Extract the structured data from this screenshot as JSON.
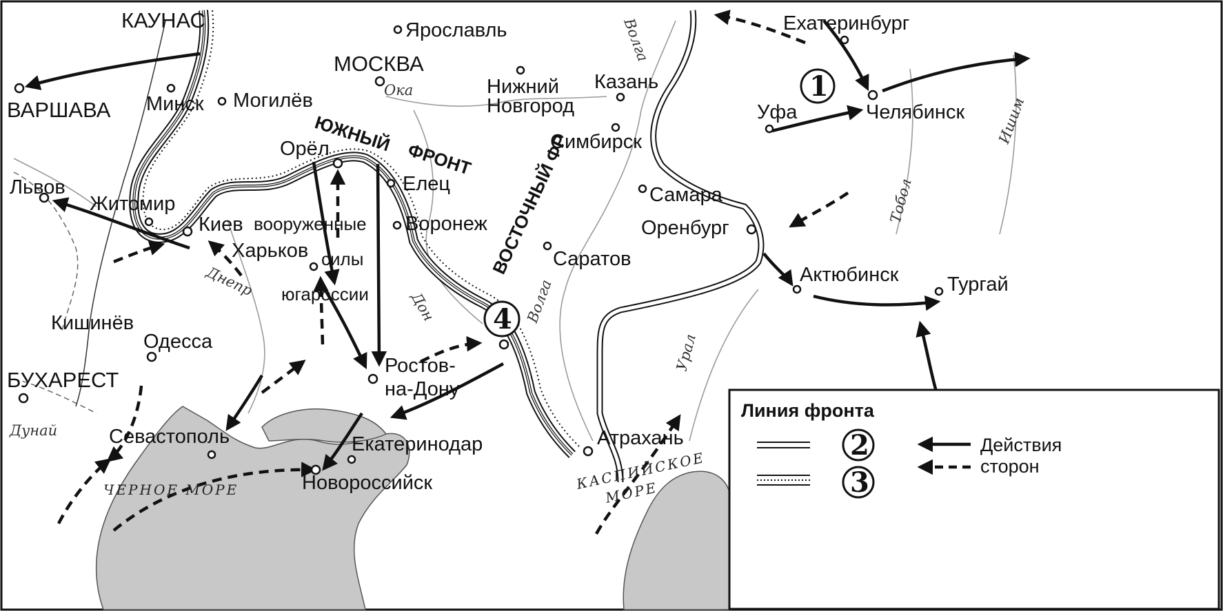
{
  "map": {
    "cities": {
      "kaunas": "КАУНАС",
      "warsaw": "ВАРШАВА",
      "minsk": "Минск",
      "mogilev": "Могилёв",
      "yaroslavl": "Ярославль",
      "moscow": "МОСКВА",
      "nizhny_1": "Нижний",
      "nizhny_2": "Новгород",
      "kazan": "Казань",
      "simbirsk": "Симбирск",
      "samara": "Самара",
      "saratov": "Саратов",
      "orenburg": "Оренбург",
      "aktyubinsk": "Актюбинск",
      "turgai": "Тургай",
      "ekaterinburg": "Ехатеринбург",
      "ufa": "Уфа",
      "chelyabinsk": "Челябинск",
      "lvov": "Львов",
      "zhitomir": "Житомир",
      "kiev": "Киев",
      "kharkov": "Харьков",
      "orel": "Орёл",
      "elets": "Елец",
      "voronezh": "Воронеж",
      "kishinev": "Кишинёв",
      "odessa": "Одесса",
      "bucharest": "БУХАРЕСТ",
      "sevastopol": "Севастополь",
      "rostov_1": "Ростов-",
      "rostov_2": "на-Дону",
      "ekaterinodar": "Екатеринодар",
      "novorossiysk": "Новороссийск",
      "astrakhan": "Атрахань"
    },
    "rivers": {
      "volga_north": "Волга",
      "volga_south": "Волга",
      "oka": "Ока",
      "dnepr": "Днепр",
      "don": "Дон",
      "ural": "Урал",
      "tobol": "Тобол",
      "ishim": "Ишим",
      "dunai": "Дунай"
    },
    "seas": {
      "black_sea": "ЧЕРНОЕ МОРЕ",
      "caspian_1": "КАСПИЙСКОЕ",
      "caspian_2": "МОРЕ"
    },
    "fronts": {
      "southern_1": "ЮЖНЫЙ",
      "southern_2": "ФРОНТ",
      "eastern": "ВОСТОЧНЫЙ ФР"
    },
    "forces": {
      "line1": "вооруженные",
      "line2": "силы",
      "line3": "югароссии"
    },
    "markers": {
      "m1": "1",
      "m4": "4"
    }
  },
  "legend": {
    "title": "Линия фронта",
    "m2": "2",
    "m3": "3",
    "actions_1": "Действия",
    "actions_2": "сторон"
  },
  "colors": {
    "sea": "#c8c8c8",
    "ink": "#111111",
    "river": "#9a9a9a"
  }
}
